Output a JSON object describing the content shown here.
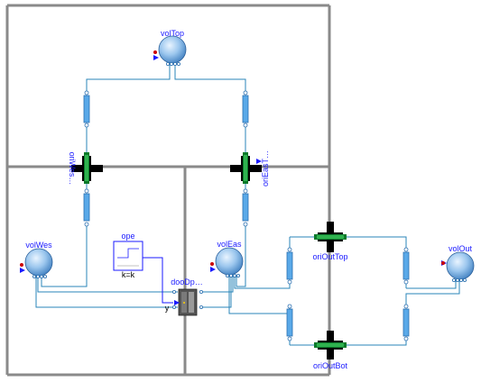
{
  "components": {
    "volTop": "volTop",
    "volWes": "volWes",
    "volEas": "volEas",
    "volOut": "volOut",
    "oriWes": "oriWes…",
    "oriEasT": "oriEasT…",
    "oriOutTop": "oriOutTop",
    "oriOutBot": "oriOutBot",
    "ope": "ope",
    "opeParam": "k=k",
    "dooDp": "dooDp…",
    "dooY": "y"
  },
  "colors": {
    "wall": "#8a8a8a",
    "fluid_wire": "#2a86b8",
    "signal_wire": "#1a1aff",
    "label": "#1a1aff",
    "orifice_body": "#0a7a2a"
  }
}
